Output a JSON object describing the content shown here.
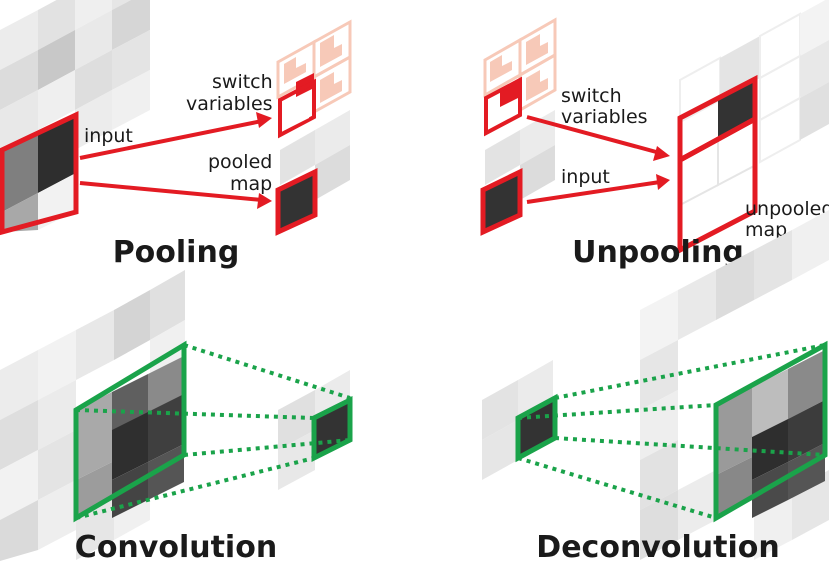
{
  "colors": {
    "red": "#e31b23",
    "pink": "#f7c9b8",
    "green": "#1aa34a",
    "dark": "#333333"
  },
  "pooling": {
    "title": "Pooling",
    "input_label": "input",
    "switch_label_1": "switch",
    "switch_label_2": "variables",
    "pooled_label_1": "pooled",
    "pooled_label_2": "map"
  },
  "unpooling": {
    "title": "Unpooling",
    "switch_label_1": "switch",
    "switch_label_2": "variables",
    "input_label": "input",
    "unpooled_label_1": "unpooled",
    "unpooled_label_2": "map"
  },
  "convolution": {
    "title": "Convolution"
  },
  "deconvolution": {
    "title": "Deconvolution"
  }
}
